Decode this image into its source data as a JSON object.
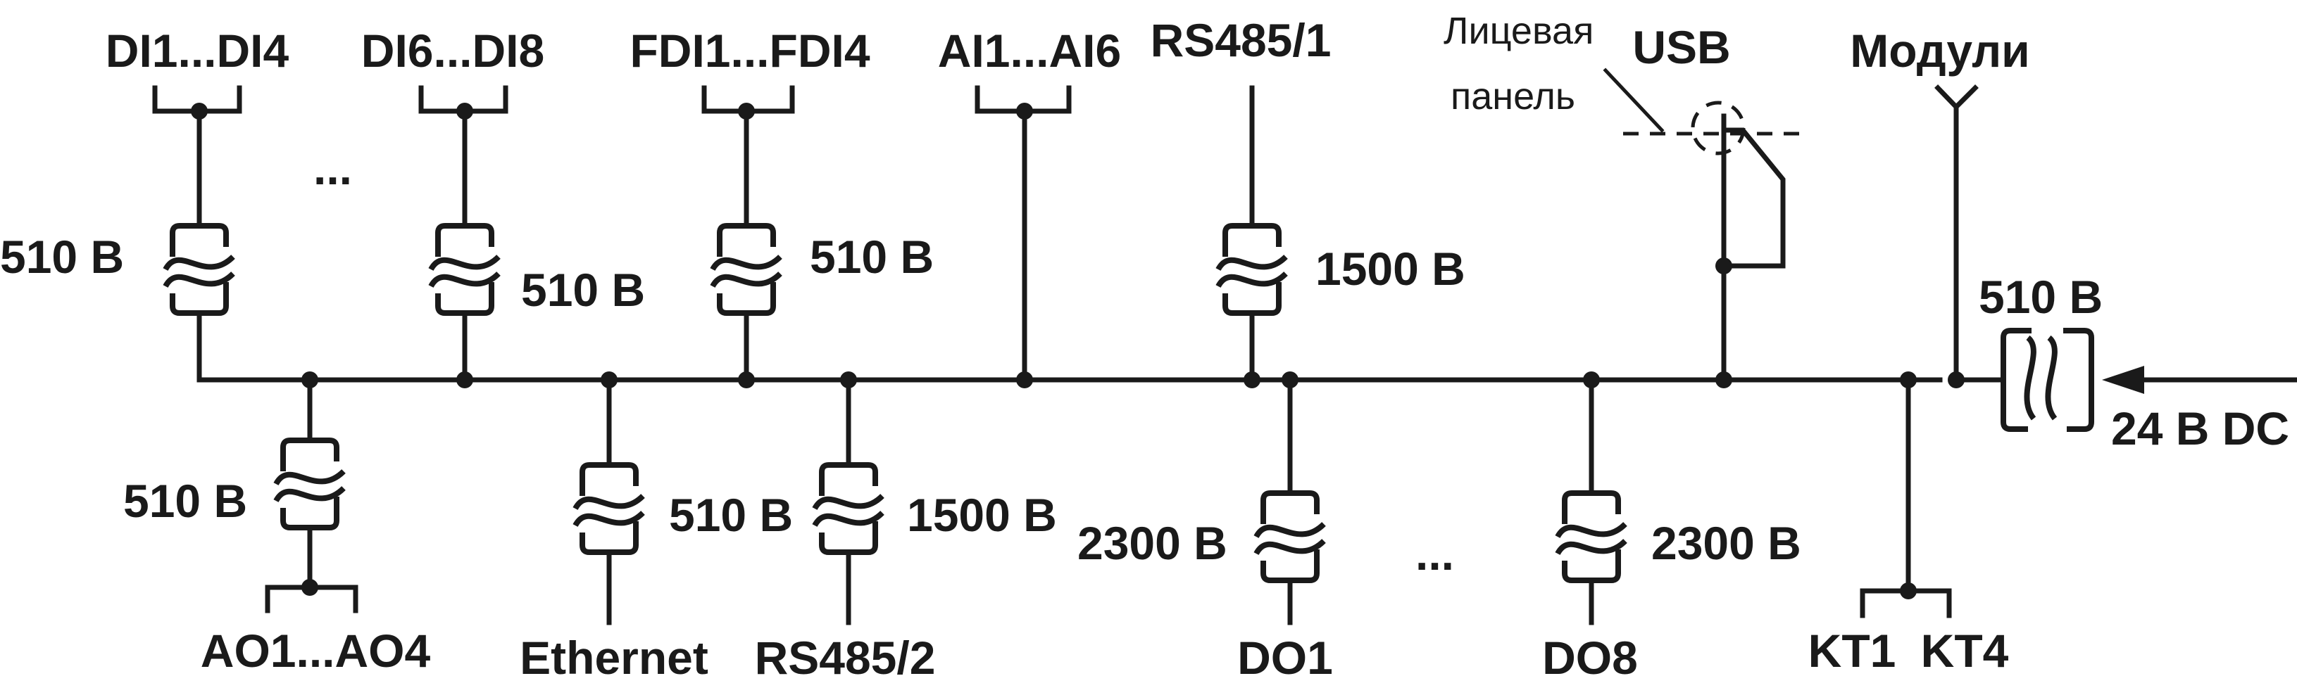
{
  "bus": {
    "input_voltage": "24 В DC"
  },
  "top_channels": [
    {
      "id": "di1-di4",
      "label": "DI1...DI4",
      "isolation": "510 В"
    },
    {
      "id": "di6-di8",
      "label": "DI6...DI8",
      "isolation": "510 В"
    },
    {
      "id": "fdi1-fdi4",
      "label": "FDI1...FDI4",
      "isolation": "510 В"
    },
    {
      "id": "ai1-ai6",
      "label": "AI1...AI6",
      "isolation": ""
    },
    {
      "id": "rs485-1",
      "label": "RS485/1",
      "isolation": "1500 В"
    },
    {
      "id": "usb",
      "label": "USB",
      "isolation": ""
    },
    {
      "id": "modules",
      "label": "Модули",
      "isolation": ""
    }
  ],
  "bottom_channels": [
    {
      "id": "ao1-ao4",
      "label": "AO1...AO4",
      "isolation": "510 В"
    },
    {
      "id": "ethernet",
      "label": "Ethernet",
      "isolation": "510 В"
    },
    {
      "id": "rs485-2",
      "label": "RS485/2",
      "isolation": "1500 В"
    },
    {
      "id": "do1",
      "label": "DO1",
      "isolation": "2300 В"
    },
    {
      "id": "do8",
      "label": "DO8",
      "isolation": "2300 В"
    },
    {
      "id": "kt1",
      "label": "KT1",
      "isolation": ""
    },
    {
      "id": "kt4",
      "label": "KT4",
      "isolation": ""
    }
  ],
  "power_input_isolation": "510 В",
  "front_panel_label": [
    "Лицевая",
    "панель"
  ],
  "ellipsis": "..."
}
